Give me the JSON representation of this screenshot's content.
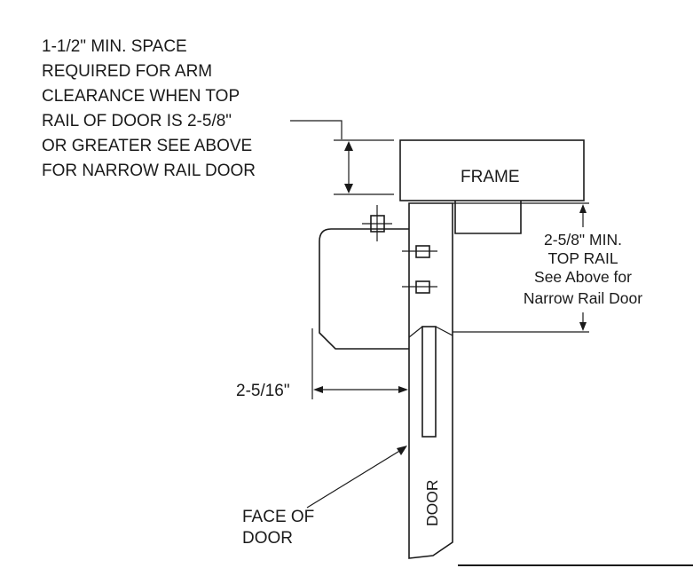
{
  "arm_clearance_note": {
    "lines": [
      "1-1/2\" MIN. SPACE",
      "REQUIRED FOR ARM",
      "CLEARANCE WHEN TOP",
      "RAIL OF DOOR IS 2-5/8\"",
      "OR GREATER SEE ABOVE",
      "FOR NARROW RAIL DOOR"
    ]
  },
  "frame_label": "FRAME",
  "top_rail_note": {
    "lines": [
      "2-5/8\" MIN.",
      "TOP RAIL",
      "See Above for",
      "Narrow Rail Door"
    ]
  },
  "offset_dimension": "2-5/16\"",
  "face_of_door": {
    "lines": [
      "FACE OF",
      "DOOR"
    ]
  },
  "door_label": "DOOR"
}
